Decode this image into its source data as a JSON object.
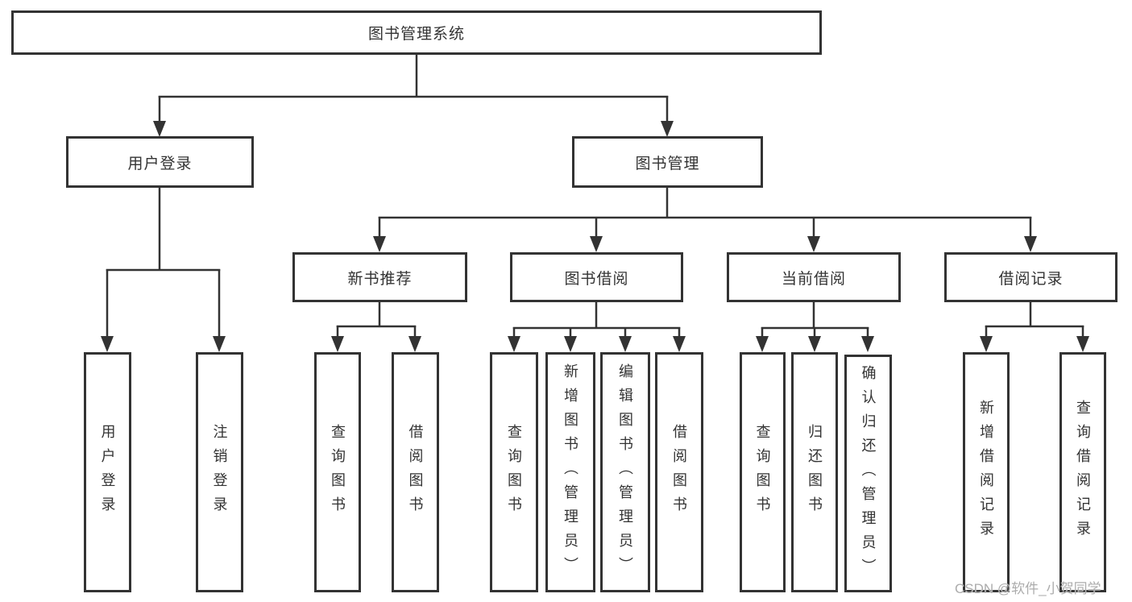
{
  "diagram": {
    "title": "图书管理系统",
    "nodes": {
      "root": "图书管理系统",
      "user_login": "用户登录",
      "book_mgmt": "图书管理",
      "new_book_rec": "新书推荐",
      "book_borrow": "图书借阅",
      "current_borrow": "当前借阅",
      "borrow_records": "借阅记录",
      "user_login_leaf": "用户登录",
      "logout_leaf": "注销登录",
      "query_books_rec": "查询图书",
      "borrow_books_rec": "借阅图书",
      "query_books_borrow": "查询图书",
      "add_book_admin": "新增图书（管理员）",
      "edit_book_admin": "编辑图书（管理员）",
      "borrow_books_borrow": "借阅图书",
      "query_books_current": "查询图书",
      "return_book": "归还图书",
      "confirm_return_admin": "确认归还（管理员）",
      "add_borrow_record": "新增借阅记录",
      "query_borrow_record": "查询借阅记录"
    },
    "edges": [
      [
        "root",
        "user_login"
      ],
      [
        "root",
        "book_mgmt"
      ],
      [
        "user_login",
        "user_login_leaf"
      ],
      [
        "user_login",
        "logout_leaf"
      ],
      [
        "book_mgmt",
        "new_book_rec"
      ],
      [
        "book_mgmt",
        "book_borrow"
      ],
      [
        "book_mgmt",
        "current_borrow"
      ],
      [
        "book_mgmt",
        "borrow_records"
      ],
      [
        "new_book_rec",
        "query_books_rec"
      ],
      [
        "new_book_rec",
        "borrow_books_rec"
      ],
      [
        "book_borrow",
        "query_books_borrow"
      ],
      [
        "book_borrow",
        "add_book_admin"
      ],
      [
        "book_borrow",
        "edit_book_admin"
      ],
      [
        "book_borrow",
        "borrow_books_borrow"
      ],
      [
        "current_borrow",
        "query_books_current"
      ],
      [
        "current_borrow",
        "return_book"
      ],
      [
        "current_borrow",
        "confirm_return_admin"
      ],
      [
        "borrow_records",
        "add_borrow_record"
      ],
      [
        "borrow_records",
        "query_borrow_record"
      ]
    ],
    "line_color": "#333333"
  },
  "watermark": "CSDN @软件_小贺同学"
}
